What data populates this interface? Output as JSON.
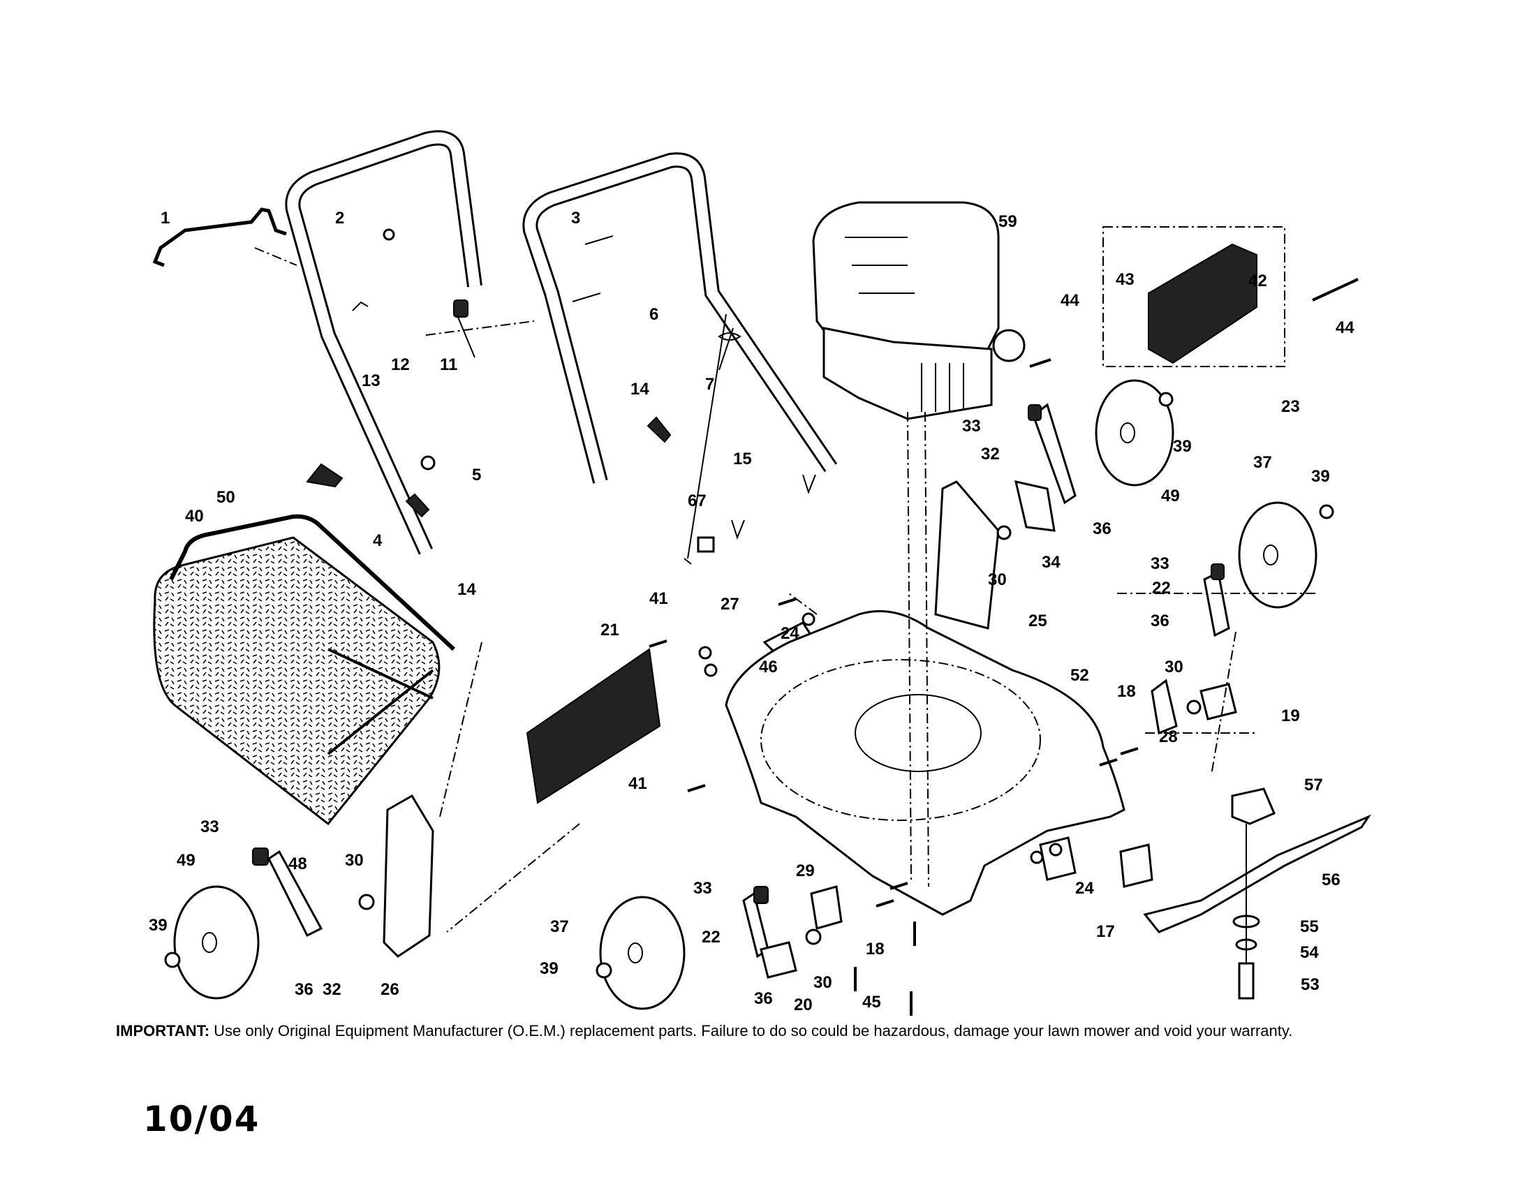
{
  "callouts": [
    "1",
    "2",
    "3",
    "4",
    "5",
    "6",
    "7",
    "11",
    "12",
    "13",
    "14",
    "14",
    "15",
    "17",
    "18",
    "18",
    "19",
    "20",
    "21",
    "22",
    "22",
    "23",
    "24",
    "24",
    "25",
    "26",
    "27",
    "28",
    "29",
    "30",
    "30",
    "30",
    "30",
    "32",
    "32",
    "33",
    "33",
    "33",
    "33",
    "34",
    "36",
    "36",
    "36",
    "36",
    "37",
    "37",
    "39",
    "39",
    "39",
    "39",
    "40",
    "41",
    "41",
    "42",
    "43",
    "44",
    "44",
    "45",
    "46",
    "48",
    "49",
    "49",
    "50",
    "52",
    "53",
    "54",
    "55",
    "56",
    "57",
    "59",
    "67"
  ],
  "notice": {
    "heading": "IMPORTANT:",
    "body": " Use only Original Equipment Manufacturer (O.E.M.) replacement parts.  Failure to do so could be hazardous, damage your lawn mower and void your warranty."
  },
  "footer": {
    "date": "10/04"
  }
}
